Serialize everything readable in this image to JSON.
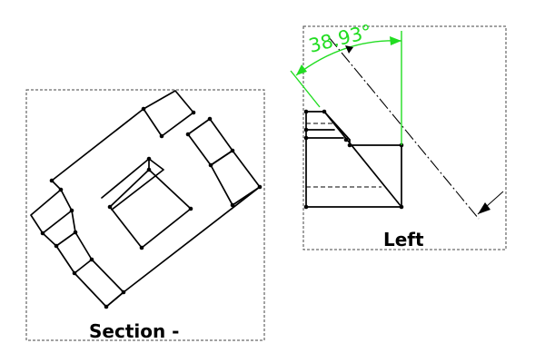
{
  "views": {
    "section": {
      "label": "Section -"
    },
    "left": {
      "label": "Left"
    }
  },
  "dimension": {
    "angle_text": "38.93°"
  },
  "colors": {
    "dimension": "#22dd22",
    "geometry": "#000000",
    "frame": "#444444"
  }
}
